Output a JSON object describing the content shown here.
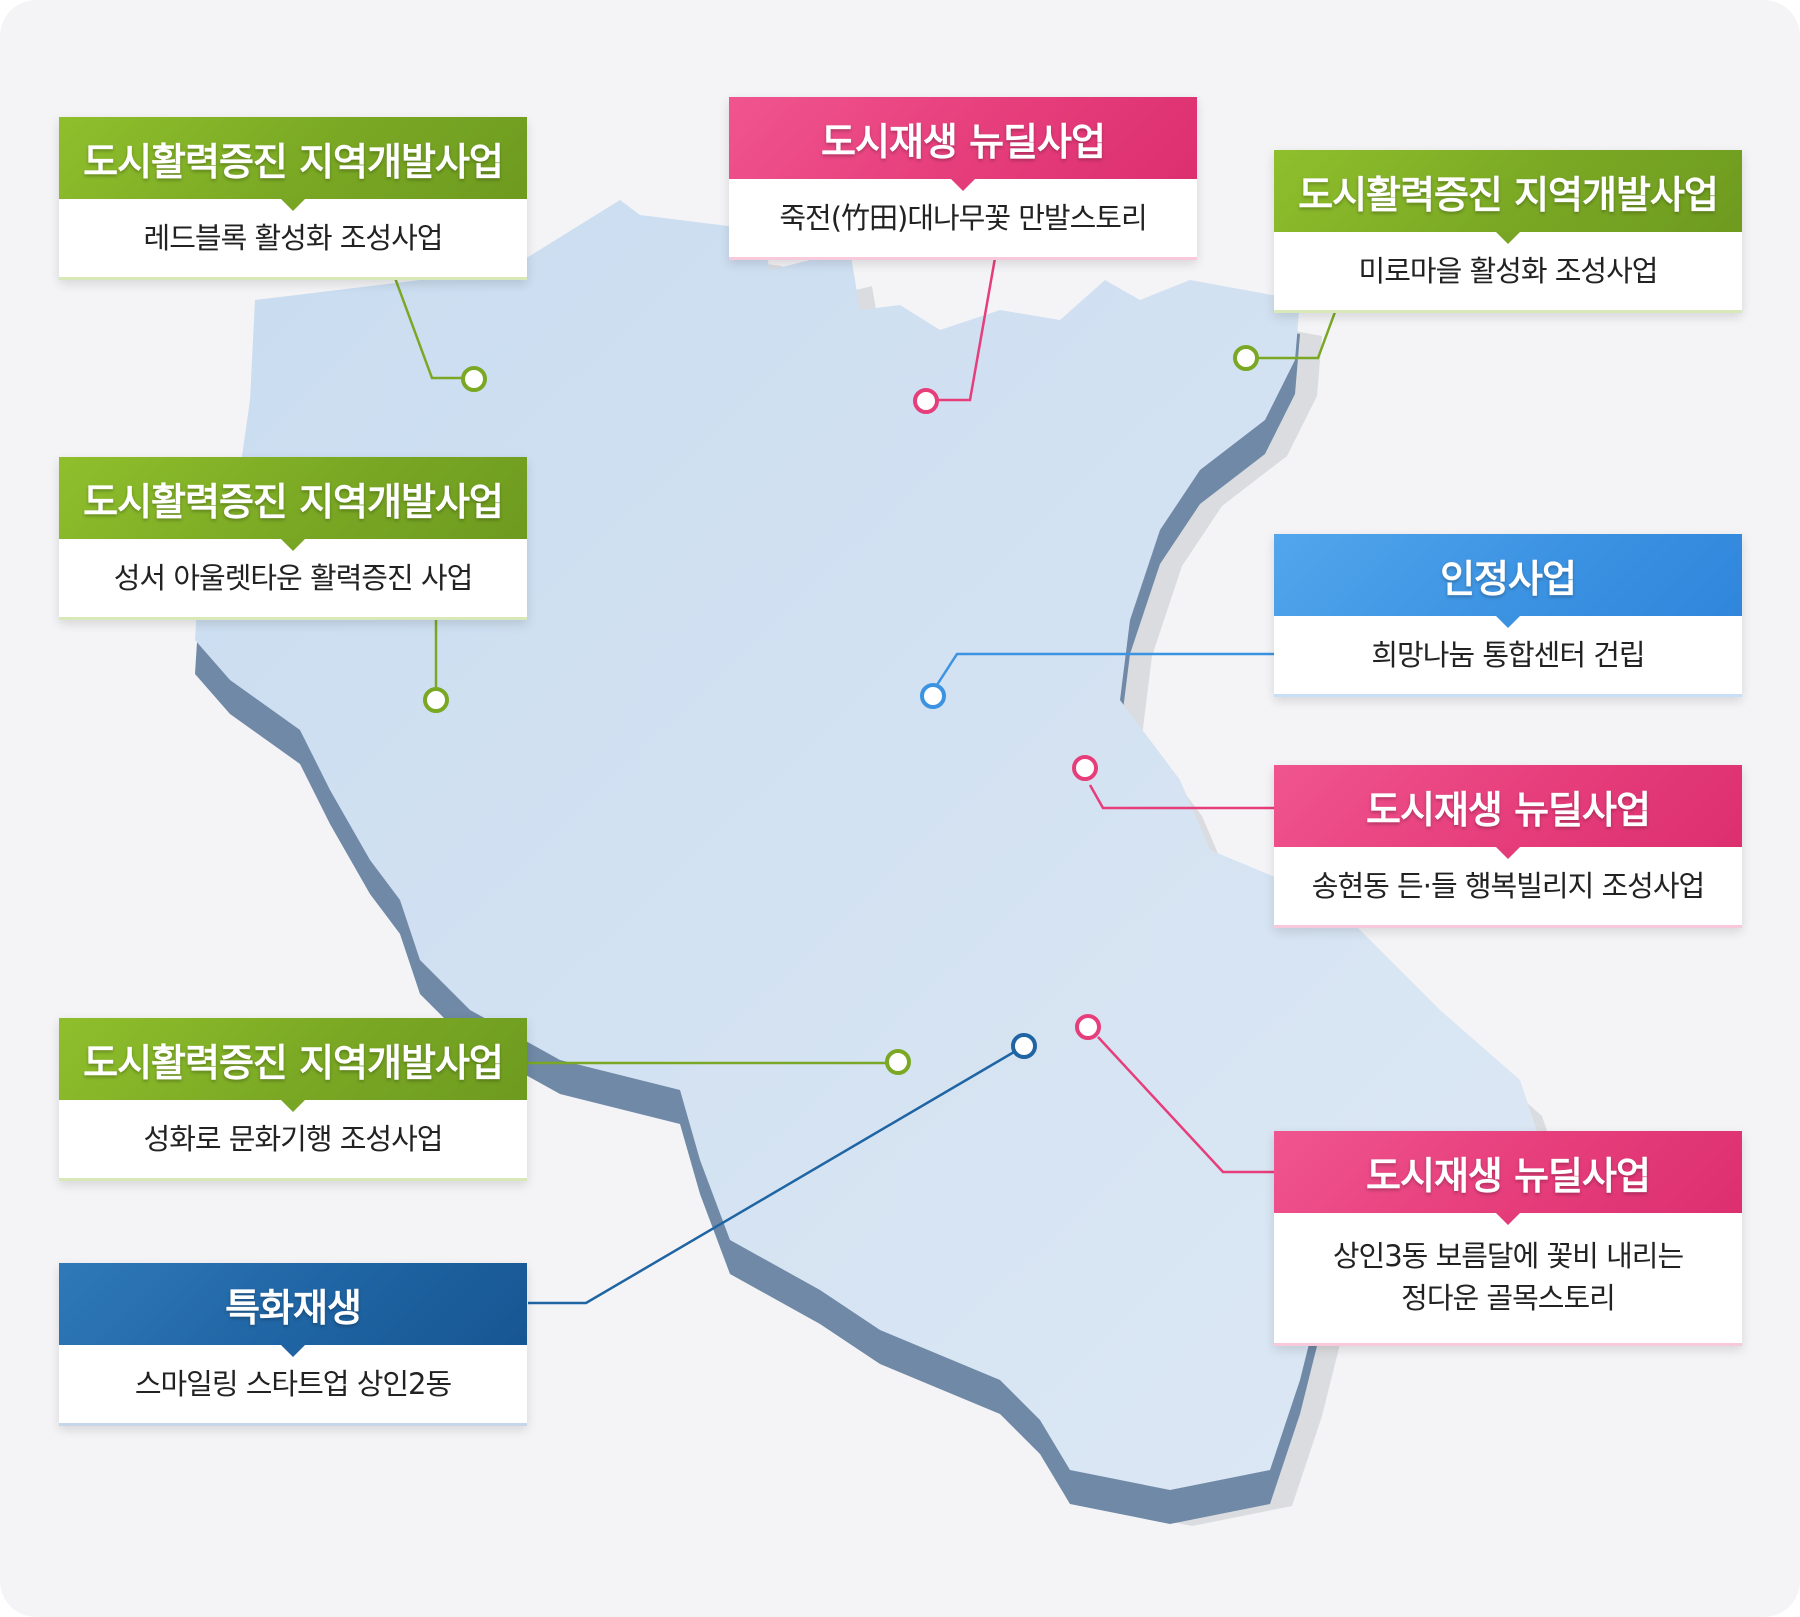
{
  "colors": {
    "green": "#7aa824",
    "pink": "#e63d7b",
    "blue": "#3c93e2",
    "navy": "#1f64a3",
    "map_fill": "#cfdff0",
    "map_shadow": "#6f89a6"
  },
  "cards": [
    {
      "id": "c1",
      "category": "도시활력증진 지역개발사업",
      "project": "레드블록 활성화 조성사업"
    },
    {
      "id": "c2",
      "category": "도시재생 뉴딜사업",
      "project": "죽전(竹田)대나무꽃 만발스토리"
    },
    {
      "id": "c3",
      "category": "도시활력증진 지역개발사업",
      "project": "미로마을 활성화 조성사업"
    },
    {
      "id": "c4",
      "category": "도시활력증진 지역개발사업",
      "project": "성서 아울렛타운 활력증진 사업"
    },
    {
      "id": "c5",
      "category": "인정사업",
      "project": "희망나눔 통합센터 건립"
    },
    {
      "id": "c6",
      "category": "도시재생 뉴딜사업",
      "project": "송현동 든·들 행복빌리지 조성사업"
    },
    {
      "id": "c7",
      "category": "도시활력증진 지역개발사업",
      "project": "성화로 문화기행 조성사업"
    },
    {
      "id": "c8",
      "category": "도시재생 뉴딜사업",
      "project_line1": "상인3동 보름달에 꽃비 내리는",
      "project_line2": "정다운 골목스토리"
    },
    {
      "id": "c9",
      "category": "특화재생",
      "project": "스마일링 스타트업 상인2동"
    }
  ]
}
